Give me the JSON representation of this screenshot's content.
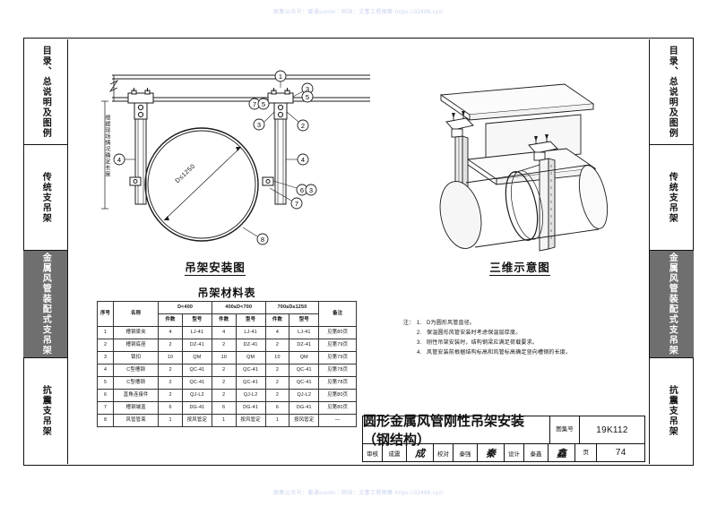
{
  "watermarks": {
    "top": "图集公众号：暖通sunfei｜网站：文董工程图集 https://32486.xyz/",
    "bottom": "图集公众号：暖通sunfei｜网站：文董工程图集 https://32486.xyz/"
  },
  "side_tabs": [
    {
      "label": "目录、总说明及图例",
      "active": false
    },
    {
      "label": "传统支吊架",
      "active": false
    },
    {
      "label": "金属风管装配式支吊架",
      "active": true
    },
    {
      "label": "抗震支吊架",
      "active": false
    }
  ],
  "drawings": {
    "left_caption": "吊架安装图",
    "right_caption": "三维示意图",
    "diameter_label": "D≤1250",
    "height_label": "根据现场情况确定长度",
    "callouts": [
      "1",
      "2",
      "3",
      "4",
      "5",
      "6",
      "7",
      "8"
    ]
  },
  "material_table": {
    "title": "吊架材料表",
    "headers": {
      "no": "序号",
      "name": "名称",
      "groups": [
        "D<400",
        "400≤D<700",
        "700≤D≤1250"
      ],
      "sub": [
        "件数",
        "型号"
      ],
      "remark": "备注"
    },
    "rows": [
      {
        "no": "1",
        "name": "槽钢梁夹",
        "qty1": "4",
        "mod1": "LJ-41",
        "qty2": "4",
        "mod2": "LJ-41",
        "qty3": "4",
        "mod3": "LJ-41",
        "remark": "见第80页"
      },
      {
        "no": "2",
        "name": "槽钢底座",
        "qty1": "2",
        "mod1": "DZ-41",
        "qty2": "2",
        "mod2": "DZ-41",
        "qty3": "2",
        "mod3": "DZ-41",
        "remark": "见第79页"
      },
      {
        "no": "3",
        "name": "锁扣",
        "qty1": "10",
        "mod1": "QM",
        "qty2": "10",
        "mod2": "QM",
        "qty3": "10",
        "mod3": "QM",
        "remark": "见第79页"
      },
      {
        "no": "4",
        "name": "C型槽钢",
        "qty1": "2",
        "mod1": "QC-41",
        "qty2": "2",
        "mod2": "QC-41",
        "qty3": "2",
        "mod3": "QC-41",
        "remark": "见第78页"
      },
      {
        "no": "5",
        "name": "C型槽钢",
        "qty1": "2",
        "mod1": "QC-41",
        "qty2": "2",
        "mod2": "QC-41",
        "qty3": "2",
        "mod3": "QC-41",
        "remark": "见第78页"
      },
      {
        "no": "6",
        "name": "直角连接件",
        "qty1": "2",
        "mod1": "QJ-L2",
        "qty2": "2",
        "mod2": "QJ-L2",
        "qty3": "2",
        "mod3": "QJ-L2",
        "remark": "见第80页"
      },
      {
        "no": "7",
        "name": "槽钢端盖",
        "qty1": "6",
        "mod1": "DG-41",
        "qty2": "6",
        "mod2": "DG-41",
        "qty3": "6",
        "mod3": "DG-41",
        "remark": "见第80页"
      },
      {
        "no": "8",
        "name": "风管管束",
        "qty1": "1",
        "mod1": "按风管定",
        "qty2": "1",
        "mod2": "按风管定",
        "qty3": "1",
        "mod3": "按风管定",
        "remark": "—"
      }
    ]
  },
  "notes": {
    "lead": "注：",
    "items": [
      {
        "num": "1.",
        "text": "D为圆形风管直径。"
      },
      {
        "num": "2.",
        "text": "保温圆形风管安装时考虑保温层厚度。"
      },
      {
        "num": "3.",
        "text": "刚性吊架安装时，结构钢梁应满足荷载要求。"
      },
      {
        "num": "4.",
        "text": "风管安装前根据结构标高和风管标高确定竖向槽钢的长度。"
      }
    ]
  },
  "title_block": {
    "drawing_name": "圆形金属风管刚性吊架安装（钢结构）",
    "atlas_label": "图集号",
    "atlas_value": "19K112",
    "page_label": "页",
    "page_value": "74",
    "signatures": [
      {
        "role": "审核",
        "person": "成震",
        "mark": "成"
      },
      {
        "role": "校对",
        "person": "秦强",
        "mark": "秦"
      },
      {
        "role": "设计",
        "person": "秦鑫",
        "mark": "鑫"
      }
    ]
  }
}
